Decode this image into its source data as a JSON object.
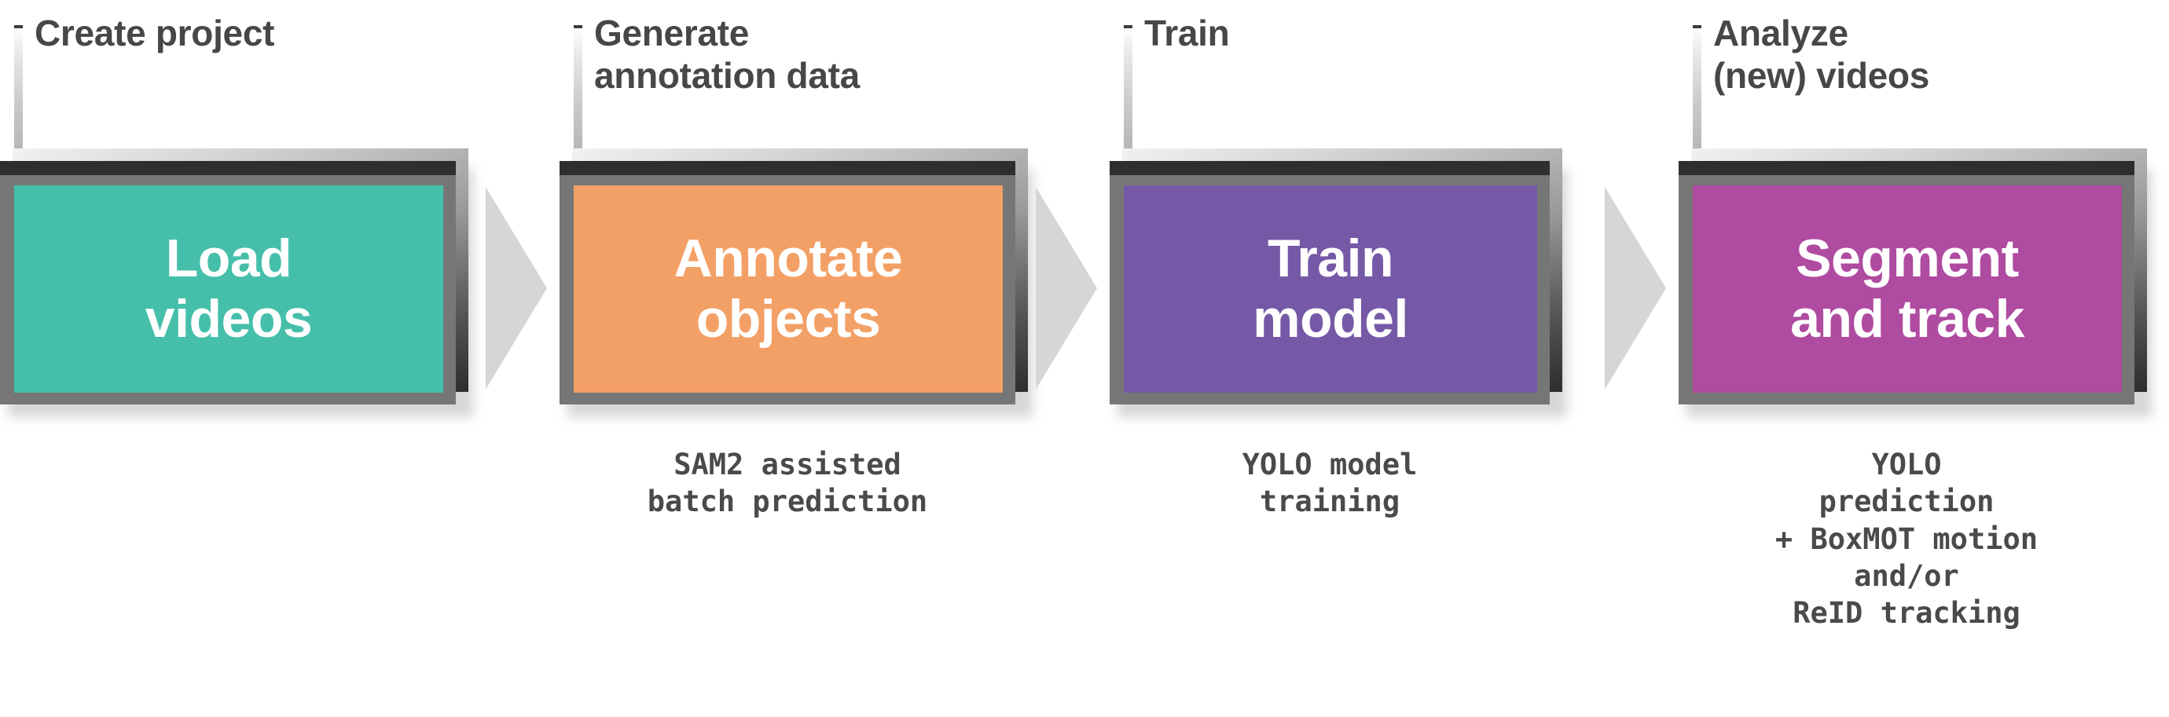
{
  "diagram": {
    "type": "pipeline-flowchart",
    "background_color": "#ffffff",
    "arrow_color": "#D6D6D6",
    "frame_color": "#767676",
    "callout_text_color": "#474747",
    "caption_text_color": "#4A4A4A",
    "box_label_color": "#FFFFFF",
    "stages": [
      {
        "id": "load-videos",
        "callout": "Create project",
        "box_label": "Load\nvideos",
        "box_color": "#45BFAA",
        "caption": "",
        "arrow_after": true
      },
      {
        "id": "annotate-objects",
        "callout": "Generate\nannotation data",
        "box_label": "Annotate\nobjects",
        "box_color": "#F3A066",
        "caption": "SAM2 assisted\nbatch prediction",
        "arrow_after": true
      },
      {
        "id": "train-model",
        "callout": "Train",
        "box_label": "Train\nmodel",
        "box_color": "#7559A6",
        "caption": "YOLO model\ntraining",
        "arrow_after": true
      },
      {
        "id": "segment-and-track",
        "callout": "Analyze\n(new) videos",
        "box_label": "Segment\nand track",
        "box_color": "#AF4BA0",
        "caption": "YOLO\nprediction\n+ BoxMOT motion\nand/or\nReID tracking",
        "arrow_after": false
      }
    ]
  }
}
